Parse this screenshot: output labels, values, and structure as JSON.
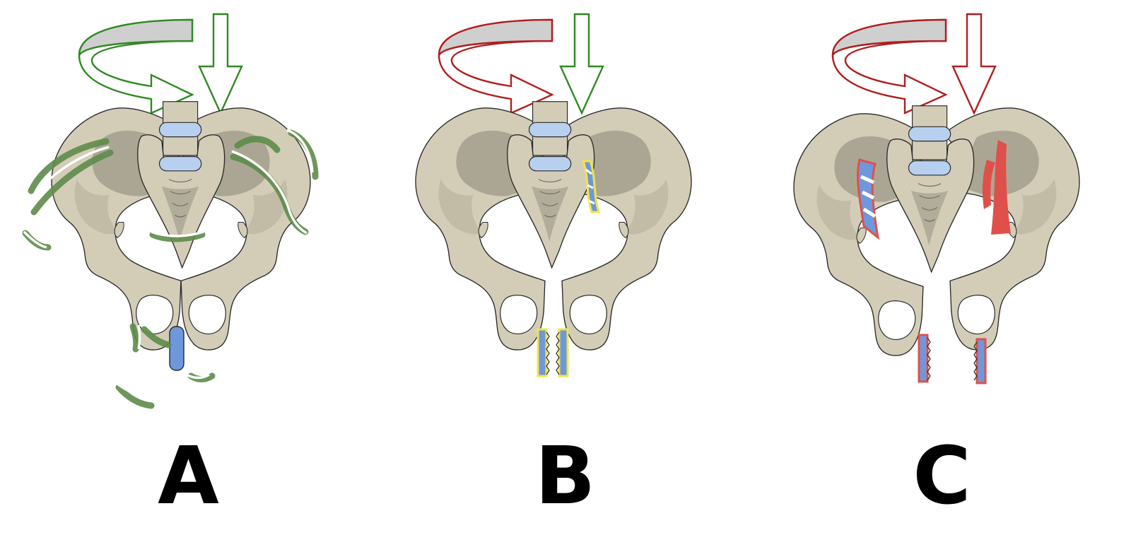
{
  "figure": {
    "panels": [
      {
        "id": "A",
        "label": "A",
        "rotation_arrow_color": "#2f8a22",
        "vertical_arrow_color": "#2f8a22",
        "injury_highlight_color": "#5e8c4a",
        "rotationally_stable": true,
        "vertically_stable": true
      },
      {
        "id": "B",
        "label": "B",
        "rotation_arrow_color": "#b01e1e",
        "vertical_arrow_color": "#2f8a22",
        "injury_highlight_color": "#f2e44a",
        "rotationally_stable": false,
        "vertically_stable": true
      },
      {
        "id": "C",
        "label": "C",
        "rotation_arrow_color": "#b01e1e",
        "vertical_arrow_color": "#b01e1e",
        "injury_highlight_color": "#e0504a",
        "rotationally_stable": false,
        "vertically_stable": false
      }
    ],
    "colors": {
      "bone": "#d3cdb8",
      "bone_shadow": "#a39f8d",
      "outline": "#2a2a2a",
      "disc": "#b8d0f0",
      "ligament": "#6f97dc"
    }
  }
}
